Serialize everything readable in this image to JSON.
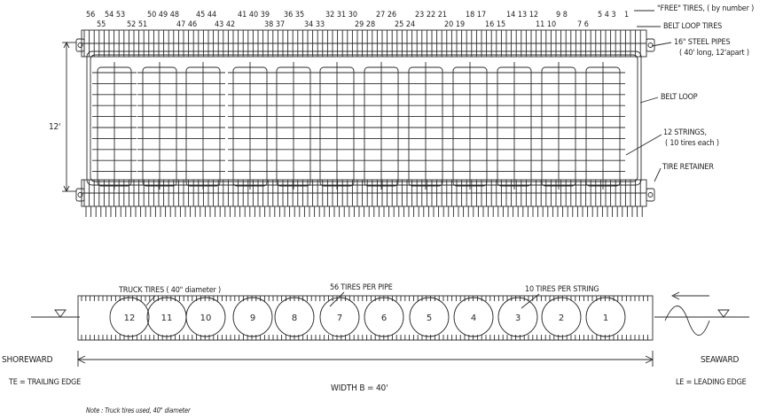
{
  "plan_view": {
    "free_tire_numbers_row1": [
      "56",
      "54 53",
      "50 49 48",
      "45 44",
      "41 40 39",
      "36 35",
      "32 31 30",
      "27 26",
      "23 22 21",
      "18 17",
      "14 13 12",
      "9 8",
      "5 4 3",
      "1"
    ],
    "free_tire_numbers_row2": [
      "55",
      "52 51",
      "47 46",
      "43 42",
      "38 37",
      "34 33",
      "29 28",
      "25 24",
      "20 19",
      "16 15",
      "11 10",
      "7 6"
    ],
    "labels": {
      "free_tires": "\"FREE\" TIRES, ( by number )",
      "belt_loop_tires": "BELT LOOP TIRES",
      "steel_pipes_line1": "16\" STEEL PIPES",
      "steel_pipes_line2": "( 40' long, 12'apart )",
      "belt_loop": "BELT LOOP",
      "strings_line1": "12 STRINGS,",
      "strings_line2": "( 10 tires each )",
      "tire_retainer": "TIRE RETAINER",
      "pipe_spacing": "12'"
    }
  },
  "section_view": {
    "labels": {
      "truck_tires": "TRUCK TIRES ( 40\" diameter )",
      "tires_per_pipe": "56 TIRES PER PIPE",
      "tires_per_string": "10 TIRES PER STRING",
      "shoreward": "SHOREWARD",
      "seaward": "SEAWARD",
      "trailing_edge": "TE = TRAILING EDGE",
      "leading_edge": "LE = LEADING EDGE",
      "width": "WIDTH  B = 40'",
      "note": "Note : Truck tires used, 40\" diameter"
    },
    "tire_string_numbers": [
      "12",
      "11",
      "10",
      "9",
      "8",
      "7",
      "6",
      "5",
      "4",
      "3",
      "2",
      "1"
    ]
  },
  "colors": {
    "ink": "#2a2a2a",
    "background": "#ffffff"
  }
}
